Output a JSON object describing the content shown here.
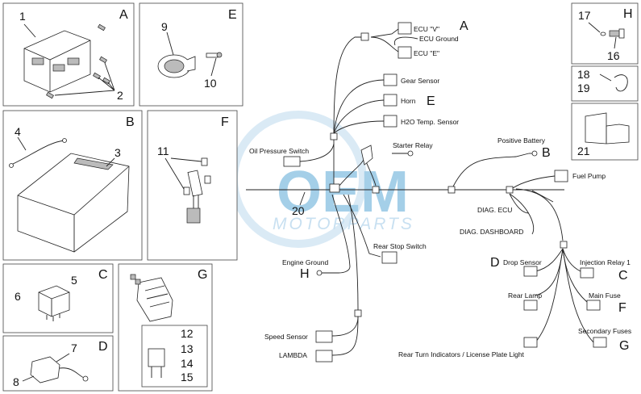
{
  "panels": {
    "A": {
      "letter": "A",
      "nums": [
        "1",
        "2"
      ]
    },
    "E": {
      "letter": "E",
      "nums": [
        "9",
        "10"
      ]
    },
    "H": {
      "letter": "H",
      "nums": [
        "17",
        "16"
      ]
    },
    "B": {
      "letter": "B",
      "nums": [
        "4",
        "3"
      ]
    },
    "F": {
      "letter": "F",
      "nums": [
        "11"
      ]
    },
    "C": {
      "letter": "C",
      "nums": [
        "5",
        "6"
      ]
    },
    "G": {
      "letter": "G",
      "nums": [
        "12",
        "13",
        "14",
        "15"
      ]
    },
    "D": {
      "letter": "D",
      "nums": [
        "7",
        "8"
      ]
    },
    "mid": {
      "nums": [
        "18",
        "19"
      ]
    },
    "low": {
      "nums": [
        "21"
      ]
    }
  },
  "harness_number": "20",
  "watermark": {
    "main": "OEM",
    "sub": "MOTORPARTS"
  },
  "connectors": {
    "ecu_v": "ECU \"V\"",
    "ecu_ground": "ECU Ground",
    "ecu_e": "ECU \"E\"",
    "gear_sensor": "Gear Sensor",
    "horn": "Horn",
    "h2o": "H2O Temp. Sensor",
    "oil": "Oil Pressure Switch",
    "starter": "Starter Relay",
    "positive_battery": "Positive Battery",
    "fuel_pump": "Fuel Pump",
    "diag_ecu": "DIAG. ECU",
    "diag_dash": "DIAG. DASHBOARD",
    "rear_stop": "Rear Stop Switch",
    "engine_ground": "Engine Ground",
    "drop_sensor": "Drop Sensor",
    "injection_relay": "Injection Relay 1",
    "rear_lamp": "Rear Lamp",
    "main_fuse": "Main Fuse",
    "speed_sensor": "Speed Sensor",
    "secondary_fuses": "Secondary Fuses",
    "lambda": "LAMBDA",
    "rear_turn": "Rear Turn Indicators / License Plate Light"
  },
  "connector_letters": {
    "ecu": "A",
    "horn": "E",
    "battery": "B",
    "engine_ground": "H",
    "drop_sensor": "D",
    "injection_relay": "C",
    "main_fuse": "F",
    "secondary_fuses": "G"
  }
}
